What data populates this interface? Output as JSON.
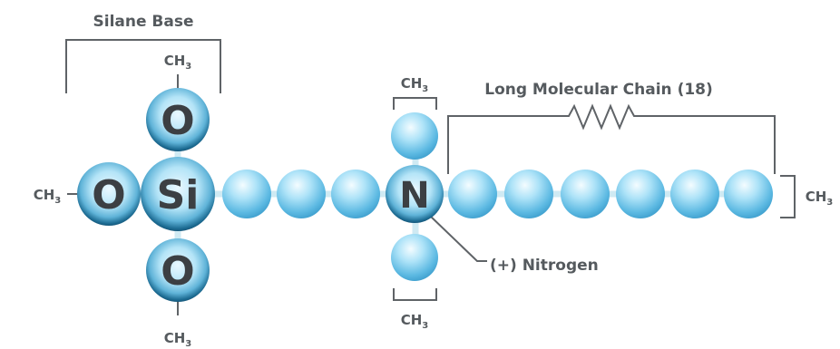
{
  "labels": {
    "silane_base": "Silane Base",
    "long_chain": "Long Molecular Chain (18)",
    "nitrogen": "(+) Nitrogen",
    "ch3_prefix": "CH",
    "ch3_sub": "3"
  },
  "atoms": {
    "oxygen": "O",
    "silicon": "Si",
    "nitrogen": "N"
  },
  "colors": {
    "dark_atom_rim": "#0f4a6b",
    "light_atom": "#7fcdf0",
    "text": "#555a5e"
  }
}
